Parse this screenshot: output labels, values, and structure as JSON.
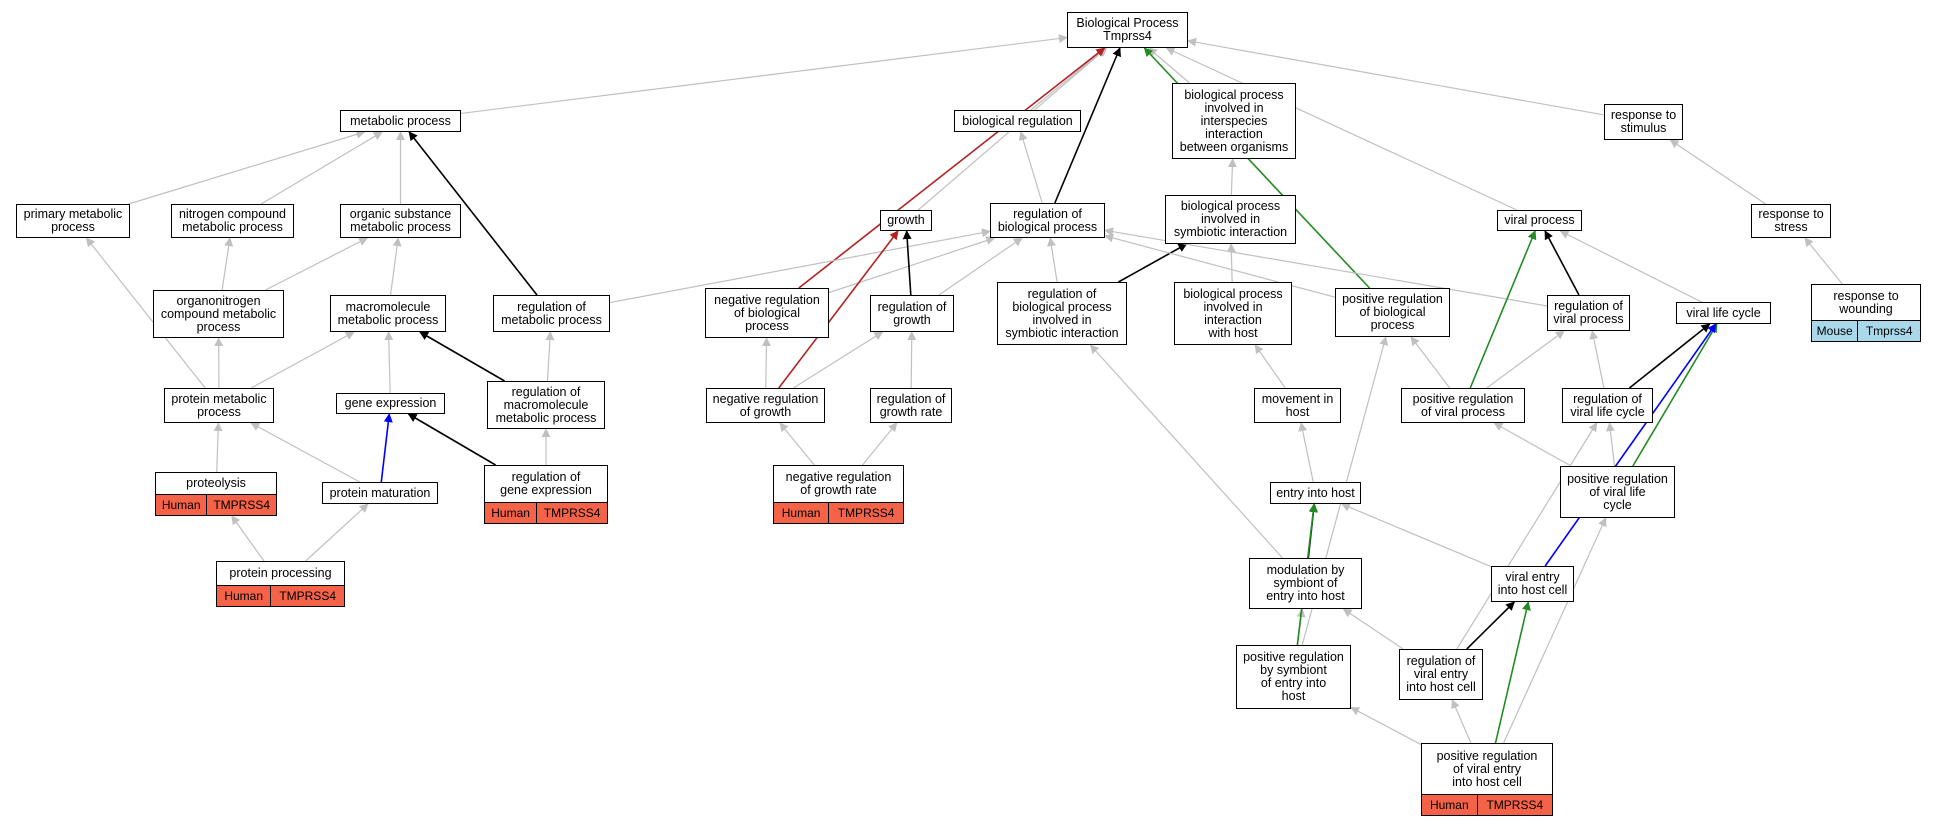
{
  "colors": {
    "default_edge": "#c0c0c0",
    "is_a": "#000000",
    "negative": "#b22222",
    "positive": "#228b22",
    "part_of": "#0000ff",
    "human_tag": "#f46347",
    "mouse_tag": "#a8d8ea"
  },
  "nodes": [
    {
      "id": "bp",
      "label": "Biological Process\nTmprss4"
    },
    {
      "id": "metab",
      "label": "metabolic process"
    },
    {
      "id": "bioreg",
      "label": "biological regulation"
    },
    {
      "id": "interspecies",
      "label": "biological process\ninvolved in\ninterspecies\ninteraction\nbetween organisms"
    },
    {
      "id": "resp_stim",
      "label": "response to\nstimulus"
    },
    {
      "id": "prim_metab",
      "label": "primary metabolic\nprocess"
    },
    {
      "id": "nitro_metab",
      "label": "nitrogen compound\nmetabolic process"
    },
    {
      "id": "organic_metab",
      "label": "organic substance\nmetabolic process"
    },
    {
      "id": "growth",
      "label": "growth"
    },
    {
      "id": "reg_bp",
      "label": "regulation of\nbiological process"
    },
    {
      "id": "symbiotic",
      "label": "biological process\ninvolved in\nsymbiotic interaction"
    },
    {
      "id": "viral_proc",
      "label": "viral process"
    },
    {
      "id": "resp_stress",
      "label": "response to\nstress"
    },
    {
      "id": "orgnitro_metab",
      "label": "organonitrogen\ncompound metabolic\nprocess"
    },
    {
      "id": "macro_metab",
      "label": "macromolecule\nmetabolic process"
    },
    {
      "id": "reg_metab",
      "label": "regulation of\nmetabolic process"
    },
    {
      "id": "neg_reg_bp",
      "label": "negative regulation\nof biological\nprocess"
    },
    {
      "id": "reg_growth",
      "label": "regulation of\ngrowth"
    },
    {
      "id": "reg_bp_symb",
      "label": "regulation of\nbiological process\ninvolved in\nsymbiotic interaction"
    },
    {
      "id": "interaction_host",
      "label": "biological process\ninvolved in\ninteraction\nwith host"
    },
    {
      "id": "pos_reg_bp",
      "label": "positive regulation\nof biological\nprocess"
    },
    {
      "id": "reg_viral_proc",
      "label": "regulation of\nviral process"
    },
    {
      "id": "viral_life",
      "label": "viral life cycle"
    },
    {
      "id": "resp_wound",
      "label": "response to\nwounding",
      "tags": [
        "Mouse",
        "Tmprss4"
      ],
      "tag_color": "mouse"
    },
    {
      "id": "protein_metab",
      "label": "protein metabolic\nprocess"
    },
    {
      "id": "gene_expr",
      "label": "gene expression"
    },
    {
      "id": "reg_macro_metab",
      "label": "regulation of\nmacromolecule\nmetabolic process"
    },
    {
      "id": "neg_reg_growth",
      "label": "negative regulation\nof growth"
    },
    {
      "id": "reg_growth_rate",
      "label": "regulation of\ngrowth rate"
    },
    {
      "id": "move_host",
      "label": "movement in\nhost"
    },
    {
      "id": "pos_reg_viral_proc",
      "label": "positive regulation\nof viral process"
    },
    {
      "id": "reg_viral_life",
      "label": "regulation of\nviral life cycle"
    },
    {
      "id": "proteolysis",
      "label": "proteolysis",
      "tags": [
        "Human",
        "TMPRSS4"
      ],
      "tag_color": "human"
    },
    {
      "id": "prot_mat",
      "label": "protein maturation"
    },
    {
      "id": "reg_gene_expr",
      "label": "regulation of\ngene expression",
      "tags": [
        "Human",
        "TMPRSS4"
      ],
      "tag_color": "human"
    },
    {
      "id": "neg_reg_growth_rate",
      "label": "negative regulation\nof growth rate",
      "tags": [
        "Human",
        "TMPRSS4"
      ],
      "tag_color": "human"
    },
    {
      "id": "entry_host",
      "label": "entry into host"
    },
    {
      "id": "pos_reg_viral_life",
      "label": "positive regulation\nof viral life\ncycle"
    },
    {
      "id": "prot_proc",
      "label": "protein processing",
      "tags": [
        "Human",
        "TMPRSS4"
      ],
      "tag_color": "human"
    },
    {
      "id": "mod_symb_entry",
      "label": "modulation by\nsymbiont of\nentry into host"
    },
    {
      "id": "viral_entry",
      "label": "viral entry\ninto host cell"
    },
    {
      "id": "pos_reg_symb_entry",
      "label": "positive regulation\nby symbiont\nof entry into\nhost"
    },
    {
      "id": "reg_viral_entry",
      "label": "regulation of\nviral entry\ninto host cell"
    },
    {
      "id": "pos_reg_viral_entry",
      "label": "positive regulation\nof viral entry\ninto host cell",
      "tags": [
        "Human",
        "TMPRSS4"
      ],
      "tag_color": "human"
    }
  ],
  "edges": [
    {
      "from": "metab",
      "to": "bp",
      "kind": "default_edge"
    },
    {
      "from": "bioreg",
      "to": "bp",
      "kind": "default_edge"
    },
    {
      "from": "interspecies",
      "to": "bp",
      "kind": "default_edge"
    },
    {
      "from": "resp_stim",
      "to": "bp",
      "kind": "default_edge"
    },
    {
      "from": "growth",
      "to": "bp",
      "kind": "default_edge"
    },
    {
      "from": "viral_proc",
      "to": "bp",
      "kind": "default_edge"
    },
    {
      "from": "reg_bp",
      "to": "bp",
      "kind": "is_a"
    },
    {
      "from": "neg_reg_bp",
      "to": "bp",
      "kind": "negative"
    },
    {
      "from": "pos_reg_bp",
      "to": "bp",
      "kind": "positive"
    },
    {
      "from": "prim_metab",
      "to": "metab",
      "kind": "default_edge"
    },
    {
      "from": "nitro_metab",
      "to": "metab",
      "kind": "default_edge"
    },
    {
      "from": "organic_metab",
      "to": "metab",
      "kind": "default_edge"
    },
    {
      "from": "reg_metab",
      "to": "metab",
      "kind": "is_a"
    },
    {
      "from": "reg_bp",
      "to": "bioreg",
      "kind": "default_edge"
    },
    {
      "from": "symbiotic",
      "to": "interspecies",
      "kind": "default_edge"
    },
    {
      "from": "resp_stress",
      "to": "resp_stim",
      "kind": "default_edge"
    },
    {
      "from": "resp_wound",
      "to": "resp_stress",
      "kind": "default_edge"
    },
    {
      "from": "orgnitro_metab",
      "to": "nitro_metab",
      "kind": "default_edge"
    },
    {
      "from": "orgnitro_metab",
      "to": "organic_metab",
      "kind": "default_edge"
    },
    {
      "from": "macro_metab",
      "to": "organic_metab",
      "kind": "default_edge"
    },
    {
      "from": "protein_metab",
      "to": "prim_metab",
      "kind": "default_edge"
    },
    {
      "from": "protein_metab",
      "to": "orgnitro_metab",
      "kind": "default_edge"
    },
    {
      "from": "protein_metab",
      "to": "macro_metab",
      "kind": "default_edge"
    },
    {
      "from": "gene_expr",
      "to": "macro_metab",
      "kind": "default_edge"
    },
    {
      "from": "reg_macro_metab",
      "to": "macro_metab",
      "kind": "is_a"
    },
    {
      "from": "reg_macro_metab",
      "to": "reg_metab",
      "kind": "default_edge"
    },
    {
      "from": "reg_metab",
      "to": "reg_bp",
      "kind": "default_edge"
    },
    {
      "from": "neg_reg_bp",
      "to": "reg_bp",
      "kind": "default_edge"
    },
    {
      "from": "reg_growth",
      "to": "reg_bp",
      "kind": "default_edge"
    },
    {
      "from": "reg_growth",
      "to": "growth",
      "kind": "is_a"
    },
    {
      "from": "reg_bp_symb",
      "to": "reg_bp",
      "kind": "default_edge"
    },
    {
      "from": "reg_bp_symb",
      "to": "symbiotic",
      "kind": "is_a"
    },
    {
      "from": "pos_reg_bp",
      "to": "reg_bp",
      "kind": "default_edge"
    },
    {
      "from": "reg_viral_proc",
      "to": "reg_bp",
      "kind": "default_edge"
    },
    {
      "from": "interaction_host",
      "to": "symbiotic",
      "kind": "default_edge"
    },
    {
      "from": "neg_reg_growth",
      "to": "growth",
      "kind": "negative"
    },
    {
      "from": "neg_reg_growth",
      "to": "neg_reg_bp",
      "kind": "default_edge"
    },
    {
      "from": "neg_reg_growth",
      "to": "reg_growth",
      "kind": "default_edge"
    },
    {
      "from": "reg_growth_rate",
      "to": "reg_growth",
      "kind": "default_edge"
    },
    {
      "from": "neg_reg_growth_rate",
      "to": "neg_reg_growth",
      "kind": "default_edge"
    },
    {
      "from": "neg_reg_growth_rate",
      "to": "reg_growth_rate",
      "kind": "default_edge"
    },
    {
      "from": "reg_viral_proc",
      "to": "viral_proc",
      "kind": "is_a"
    },
    {
      "from": "viral_life",
      "to": "viral_proc",
      "kind": "default_edge"
    },
    {
      "from": "pos_reg_viral_proc",
      "to": "viral_proc",
      "kind": "positive"
    },
    {
      "from": "pos_reg_viral_proc",
      "to": "pos_reg_bp",
      "kind": "default_edge"
    },
    {
      "from": "pos_reg_viral_proc",
      "to": "reg_viral_proc",
      "kind": "default_edge"
    },
    {
      "from": "reg_viral_life",
      "to": "reg_viral_proc",
      "kind": "default_edge"
    },
    {
      "from": "reg_viral_life",
      "to": "viral_life",
      "kind": "is_a"
    },
    {
      "from": "pos_reg_viral_life",
      "to": "viral_life",
      "kind": "positive"
    },
    {
      "from": "pos_reg_viral_life",
      "to": "reg_viral_life",
      "kind": "default_edge"
    },
    {
      "from": "pos_reg_viral_life",
      "to": "pos_reg_viral_proc",
      "kind": "default_edge"
    },
    {
      "from": "viral_entry",
      "to": "viral_life",
      "kind": "part_of"
    },
    {
      "from": "move_host",
      "to": "interaction_host",
      "kind": "default_edge"
    },
    {
      "from": "entry_host",
      "to": "move_host",
      "kind": "default_edge"
    },
    {
      "from": "viral_entry",
      "to": "entry_host",
      "kind": "default_edge"
    },
    {
      "from": "mod_symb_entry",
      "to": "entry_host",
      "kind": "is_a"
    },
    {
      "from": "mod_symb_entry",
      "to": "reg_bp_symb",
      "kind": "default_edge"
    },
    {
      "from": "pos_reg_symb_entry",
      "to": "mod_symb_entry",
      "kind": "default_edge"
    },
    {
      "from": "pos_reg_symb_entry",
      "to": "entry_host",
      "kind": "positive"
    },
    {
      "from": "pos_reg_symb_entry",
      "to": "pos_reg_bp",
      "kind": "default_edge"
    },
    {
      "from": "reg_viral_entry",
      "to": "viral_entry",
      "kind": "is_a"
    },
    {
      "from": "reg_viral_entry",
      "to": "mod_symb_entry",
      "kind": "default_edge"
    },
    {
      "from": "reg_viral_entry",
      "to": "reg_viral_life",
      "kind": "default_edge"
    },
    {
      "from": "pos_reg_viral_entry",
      "to": "reg_viral_entry",
      "kind": "default_edge"
    },
    {
      "from": "pos_reg_viral_entry",
      "to": "viral_entry",
      "kind": "positive"
    },
    {
      "from": "pos_reg_viral_entry",
      "to": "pos_reg_symb_entry",
      "kind": "default_edge"
    },
    {
      "from": "pos_reg_viral_entry",
      "to": "pos_reg_viral_life",
      "kind": "default_edge"
    },
    {
      "from": "gene_expr",
      "to": "reg_gene_expr",
      "kind": "is_a",
      "rev": true
    },
    {
      "from": "prot_mat",
      "to": "gene_expr",
      "kind": "part_of"
    },
    {
      "from": "prot_mat",
      "to": "protein_metab",
      "kind": "default_edge"
    },
    {
      "from": "proteolysis",
      "to": "protein_metab",
      "kind": "default_edge"
    },
    {
      "from": "reg_gene_expr",
      "to": "reg_macro_metab",
      "kind": "default_edge"
    },
    {
      "from": "prot_proc",
      "to": "proteolysis",
      "kind": "default_edge"
    },
    {
      "from": "prot_proc",
      "to": "prot_mat",
      "kind": "default_edge"
    }
  ]
}
